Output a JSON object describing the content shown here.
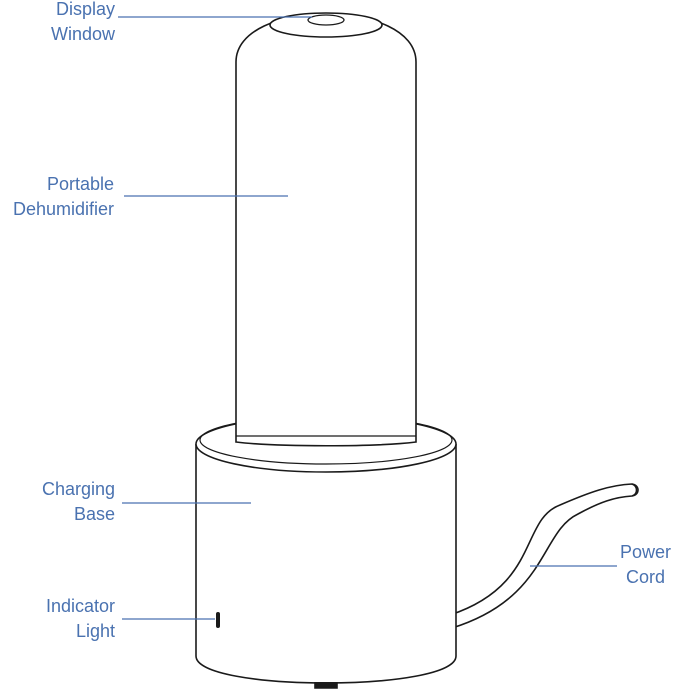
{
  "diagram": {
    "labels": {
      "display_window": [
        "Display",
        "Window"
      ],
      "portable_dehumidifier": [
        "Portable",
        "Dehumidifier"
      ],
      "charging_base": [
        "Charging",
        "Base"
      ],
      "indicator_light": [
        "Indicator",
        "Light"
      ],
      "power_cord": [
        "Power",
        "Cord"
      ]
    },
    "colors": {
      "label_text": "#4a72b0",
      "leader_line": "#4a72b0",
      "outline": "#1a1a1a",
      "background": "#ffffff"
    }
  }
}
